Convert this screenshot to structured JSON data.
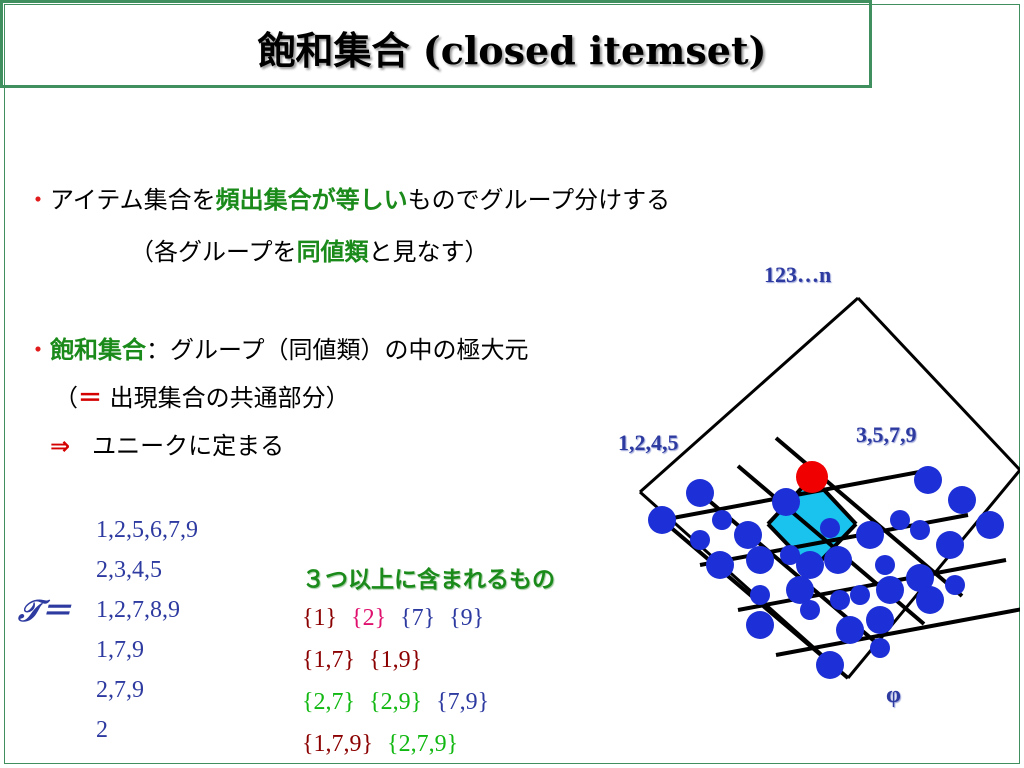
{
  "title": {
    "jp": "飽和集合",
    "en": "(closed itemset)"
  },
  "bullet_char": "・",
  "line1": {
    "pre": "アイテム集合を",
    "hl": "頻出集合が等しい",
    "post": "ものでグループ分けする"
  },
  "line2": {
    "pre": "（各グループを",
    "hl": "同値類",
    "post": "と見なす）"
  },
  "line3": {
    "hl": "飽和集合",
    "post": "：グループ（同値類）の中の極大元"
  },
  "line4": {
    "pre": "（",
    "sym": "＝",
    "post": " 出現集合の共通部分）"
  },
  "line5": {
    "sym": "⇒",
    "post": "ユニークに定まる"
  },
  "db": {
    "symbol": "𝒯＝",
    "rows": [
      "1,2,5,6,7,9",
      "2,3,4,5",
      "1,2,7,8,9",
      "1,7,9",
      "2,7,9",
      "2"
    ]
  },
  "frequent": {
    "heading": "３つ以上に含まれるもの",
    "rows": [
      [
        {
          "t": "{1}",
          "c": "darkred"
        },
        {
          "t": "{2}",
          "c": "pink"
        },
        {
          "t": "{7}",
          "c": "blue"
        },
        {
          "t": "{9}",
          "c": "blue"
        }
      ],
      [
        {
          "t": "{1,7}",
          "c": "darkred"
        },
        {
          "t": "{1,9}",
          "c": "darkred"
        }
      ],
      [
        {
          "t": "{2,7}",
          "c": "green"
        },
        {
          "t": "{2,9}",
          "c": "green"
        },
        {
          "t": "{7,9}",
          "c": "blue"
        }
      ],
      [
        {
          "t": "{1,7,9}",
          "c": "darkred"
        },
        {
          "t": "{2,7,9}",
          "c": "green"
        }
      ]
    ]
  },
  "lattice": {
    "top_label": "123…n",
    "left_label": "1,2,4,5",
    "right_label": "3,5,7,9",
    "bottom_label": "φ",
    "colors": {
      "node": "#1d2fd6",
      "highlight": "#f00000",
      "region": "#1ac2ee",
      "edge": "#000000"
    }
  }
}
